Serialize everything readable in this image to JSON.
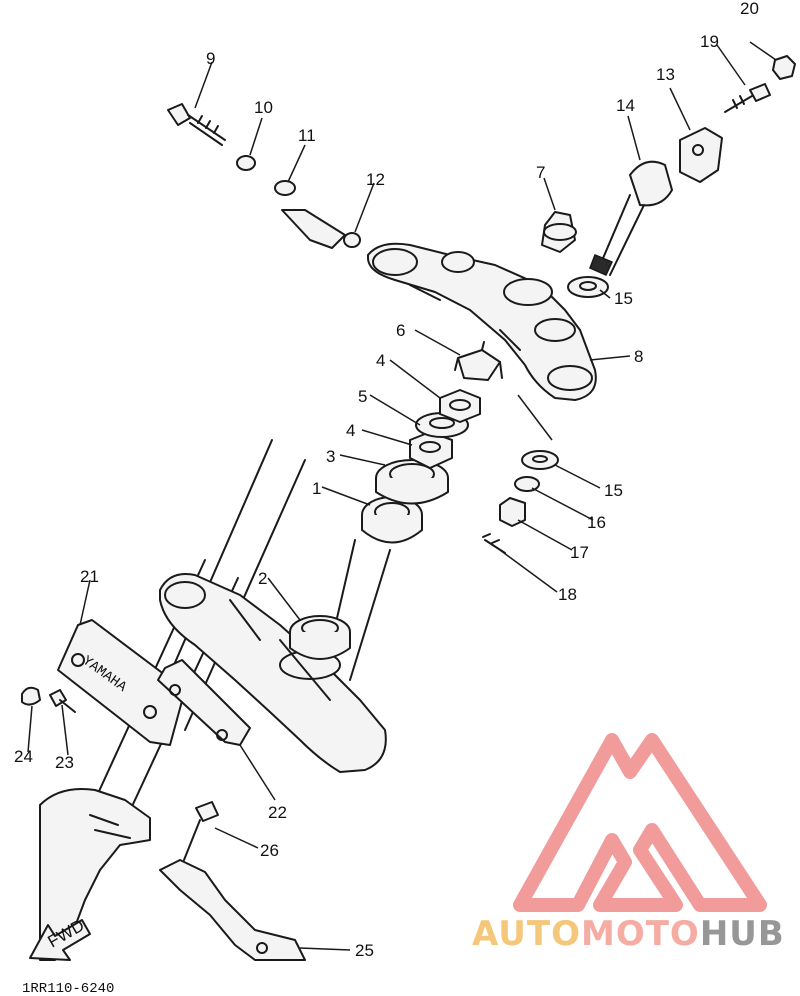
{
  "diagram": {
    "part_numbers": [
      "1",
      "2",
      "3",
      "4",
      "5",
      "6",
      "7",
      "8",
      "9",
      "10",
      "11",
      "12",
      "13",
      "14",
      "15",
      "16",
      "17",
      "18",
      "19",
      "20",
      "21",
      "22",
      "23",
      "24",
      "25",
      "26"
    ],
    "label_4b": "4",
    "label_15b": "15",
    "drawing_code": "1RR110-6240",
    "fwd_label": "FWD",
    "emblem_text": "YAMAHA"
  },
  "watermark": {
    "part1": "AUTO",
    "part2": "MOTO",
    "part3": "HUB",
    "color1": "#f5c16c",
    "color2": "#f4a49a",
    "color3": "#8c8c8c",
    "logo_color": "#f08a8a"
  }
}
